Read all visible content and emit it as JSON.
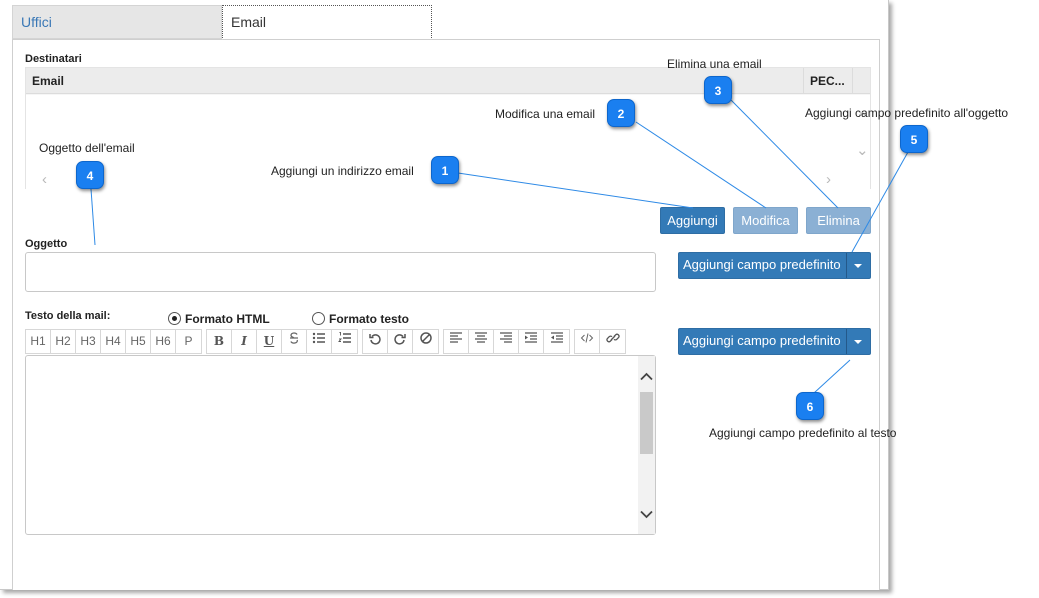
{
  "tabs": [
    {
      "label": "Uffici",
      "active": false
    },
    {
      "label": "Email",
      "active": true
    }
  ],
  "recipients": {
    "section_label": "Destinatari",
    "columns": [
      "Email",
      "PEC..."
    ],
    "rows": []
  },
  "buttons": {
    "add": "Aggiungi",
    "edit": "Modifica",
    "delete": "Elimina",
    "add_field_subject": "Aggiungi campo predefinito",
    "add_field_body": "Aggiungi campo predefinito"
  },
  "subject": {
    "label": "Oggetto",
    "value": ""
  },
  "body": {
    "label": "Testo della mail:",
    "format_html": "Formato HTML",
    "format_text": "Formato testo",
    "selected_format": "html",
    "value": ""
  },
  "toolbar": {
    "headings": [
      "H1",
      "H2",
      "H3",
      "H4",
      "H5",
      "H6",
      "P"
    ],
    "format": [
      "B",
      "I",
      "U"
    ],
    "icons": [
      "strikethrough-icon",
      "bullet-list-icon",
      "numbered-list-icon",
      "undo-icon",
      "redo-icon",
      "clear-format-icon",
      "align-left-icon",
      "align-center-icon",
      "align-right-icon",
      "indent-icon",
      "outdent-icon",
      "code-icon",
      "link-icon"
    ]
  },
  "callouts": [
    {
      "number": "1",
      "text": "Aggiungi un indirizzo email"
    },
    {
      "number": "2",
      "text": "Modifica una email"
    },
    {
      "number": "3",
      "text": "Elimina una email"
    },
    {
      "number": "4",
      "text": "Oggetto dell'email"
    },
    {
      "number": "5",
      "text": "Aggiungi campo predefinito all'oggetto"
    },
    {
      "number": "6",
      "text": "Aggiungi campo predefinito al testo"
    }
  ],
  "colors": {
    "primary": "#337ab7",
    "disabled": "#8bb0d4",
    "badge": "#1a7ff0",
    "callout_line": "#2e8ae6",
    "tab_link": "#3a78b6"
  }
}
